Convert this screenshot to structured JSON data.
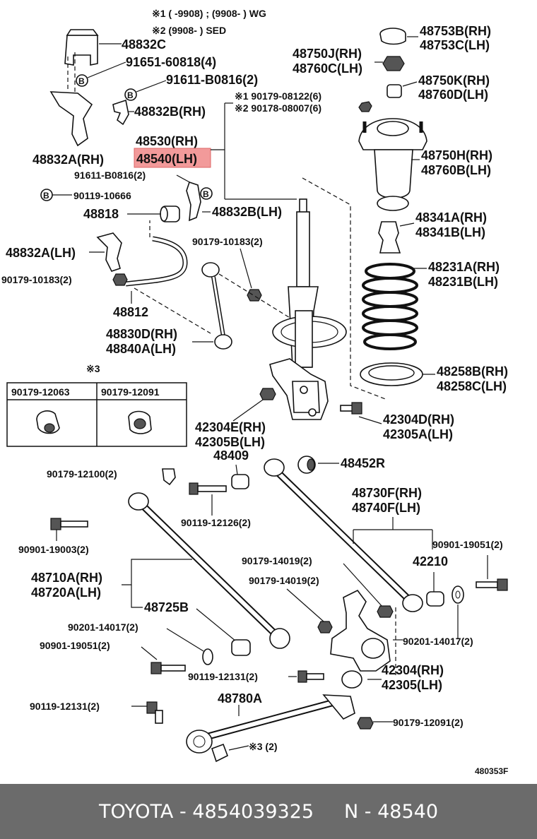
{
  "notes": {
    "n1": "※1 (      -9908) ; (9908-      ) WG",
    "n2": "※2 (9908-      ) SED",
    "n3": "※3"
  },
  "labels": {
    "p48832C": "48832C",
    "p91651": "91651-60818(4)",
    "p91611a": "91611-B0816(2)",
    "p48832B_RH": "48832B(RH)",
    "p90179_08122": "※1 90179-08122(6)",
    "p90178_08007": "※2 90178-08007(6)",
    "p48530": "48530(RH)",
    "p48540": "48540(LH)",
    "p48832A_RH": "48832A(RH)",
    "p91611b": "91611-B0816(2)",
    "p90119_10666": "90119-10666",
    "p48818": "48818",
    "p48832B_LH": "48832B(LH)",
    "p48832A_LH": "48832A(LH)",
    "p90179_10183a": "90179-10183(2)",
    "p90179_10183b": "90179-10183(2)",
    "p48812": "48812",
    "p48830D": "48830D(RH)",
    "p48840A": "48840A(LH)",
    "p48753B": "48753B(RH)",
    "p48753C": "48753C(LH)",
    "p48750J": "48750J(RH)",
    "p48760C": "48760C(LH)",
    "p48750K": "48750K(RH)",
    "p48760D": "48760D(LH)",
    "p48750H": "48750H(RH)",
    "p48760B": "48760B(LH)",
    "p48341A": "48341A(RH)",
    "p48341B": "48341B(LH)",
    "p48231A": "48231A(RH)",
    "p48231B": "48231B(LH)",
    "p48258B": "48258B(RH)",
    "p48258C": "48258C(LH)",
    "p42304D": "42304D(RH)",
    "p42305A": "42305A(LH)",
    "p42304E": "42304E(RH)",
    "p42305B": "42305B(LH)",
    "p48409": "48409",
    "p48452R": "48452R",
    "p90179_12100": "90179-12100(2)",
    "p90119_12126": "90119-12126(2)",
    "p90901_19003": "90901-19003(2)",
    "p48730F": "48730F(RH)",
    "p48740F": "48740F(LH)",
    "p90901_19051a": "90901-19051(2)",
    "p42210": "42210",
    "p90179_14019a": "90179-14019(2)",
    "p90179_14019b": "90179-14019(2)",
    "p48710A": "48710A(RH)",
    "p48720A": "48720A(LH)",
    "p48725B": "48725B",
    "p90201_14017a": "90201-14017(2)",
    "p90201_14017b": "90201-14017(2)",
    "p90901_19051b": "90901-19051(2)",
    "p42304": "42304(RH)",
    "p42305": "42305(LH)",
    "p90119_12131a": "90119-12131(2)",
    "p90119_12131b": "90119-12131(2)",
    "p48780A": "48780A",
    "p90179_12091": "90179-12091(2)",
    "p3x2": "※3 (2)",
    "code": "480353F"
  },
  "inset": {
    "col1": "90179-12063",
    "col2": "90179-12091"
  },
  "bolt_mark": "B",
  "highlight_color": "#f29a9a",
  "footer": {
    "brand": "TOYOTA",
    "sep1": " - ",
    "number": "4854039325",
    "gap": "     ",
    "prefix": "N",
    "sep2": " - ",
    "part": "48540"
  }
}
